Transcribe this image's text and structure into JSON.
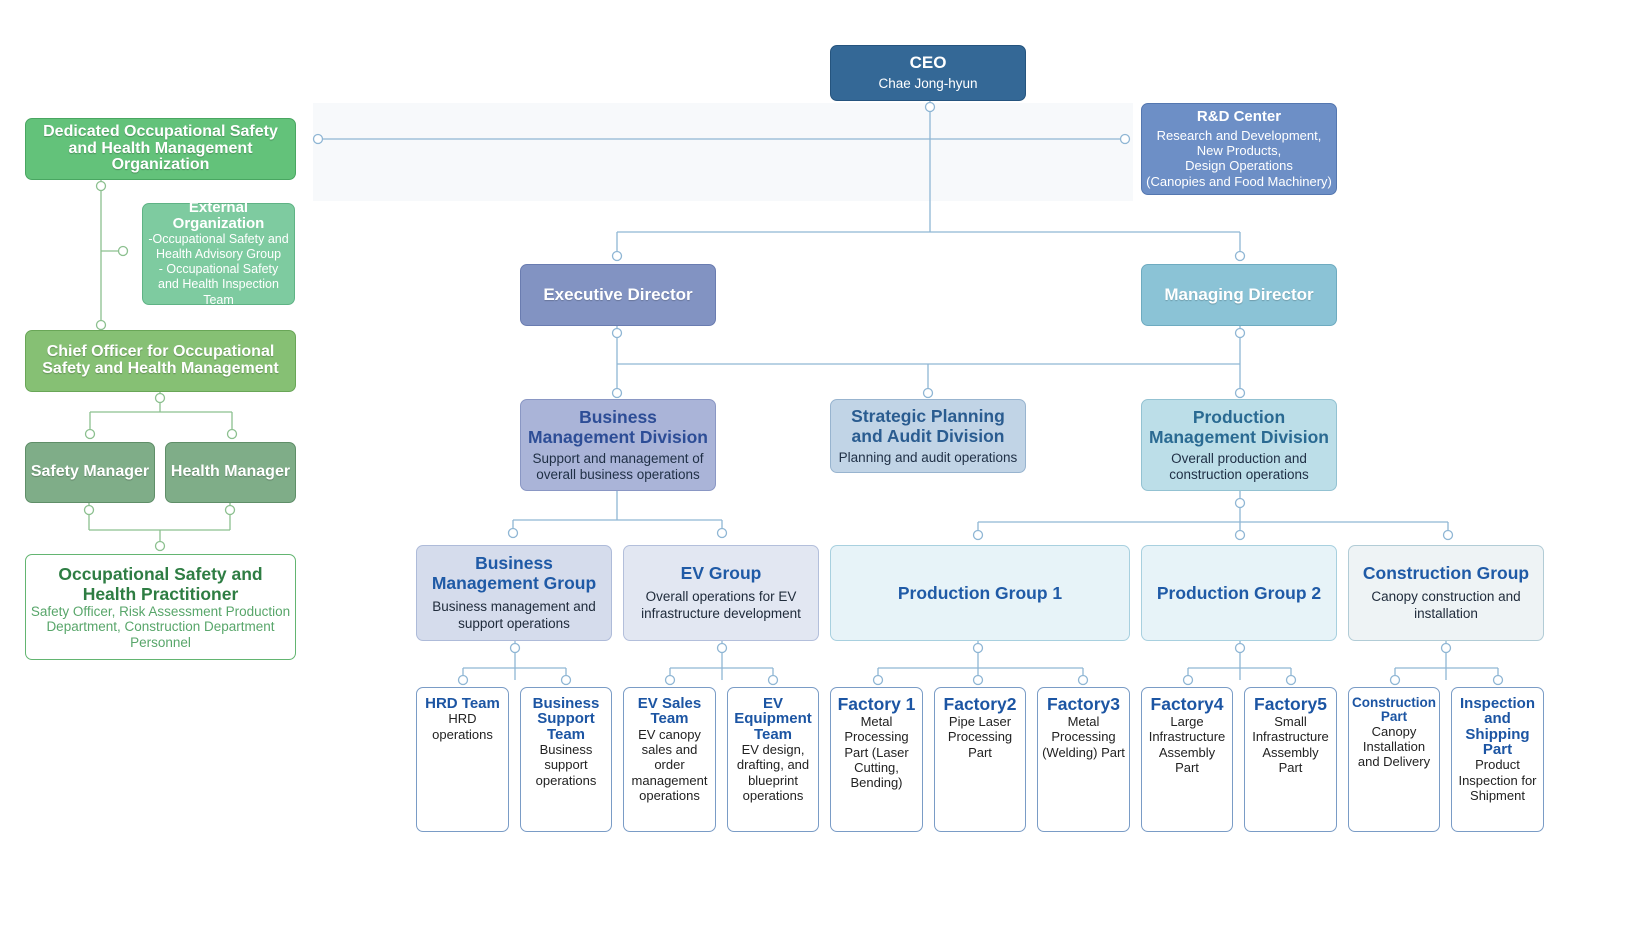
{
  "left": {
    "dedicated": "Dedicated Occupational Safety and Health Management Organization",
    "external": {
      "title": "External Organization",
      "lines": [
        "-Occupational Safety and Health Advisory Group",
        "- Occupational Safety and Health Inspection Team"
      ]
    },
    "chief": "Chief Officer for Occupational Safety and Health Management",
    "safety_manager": "Safety Manager",
    "health_manager": "Health Manager",
    "practitioner": {
      "title": "Occupational Safety and Health Practitioner",
      "desc": "Safety Officer, Risk Assessment Production Department, Construction Department Personnel"
    }
  },
  "top": {
    "ceo": {
      "title": "CEO",
      "name": "Chae Jong-hyun"
    },
    "rd": {
      "title": "R&D Center",
      "lines": [
        "Research and Development,",
        "New Products,",
        "Design Operations",
        "(Canopies and Food Machinery)"
      ]
    },
    "executive": "Executive Director",
    "managing": "Managing Director"
  },
  "divisions": {
    "business": {
      "title": "Business Management Division",
      "desc": "Support and management of overall business operations"
    },
    "strategic": {
      "title": "Strategic Planning and Audit Division",
      "desc": "Planning and audit operations"
    },
    "production": {
      "title": "Production Management Division",
      "desc": "Overall production and construction operations"
    }
  },
  "groups": {
    "business": {
      "title": "Business Management Group",
      "desc": "Business management and support operations"
    },
    "ev": {
      "title": "EV Group",
      "desc": "Overall operations for EV infrastructure development"
    },
    "prod1": {
      "title": "Production Group 1"
    },
    "prod2": {
      "title": "Production Group 2"
    },
    "construction": {
      "title": "Construction Group",
      "desc": "Canopy construction and installation"
    }
  },
  "teams": {
    "hrd": {
      "title": "HRD Team",
      "desc": "HRD operations"
    },
    "business_support": {
      "title": "Business Support Team",
      "desc": "Business support operations"
    },
    "ev_sales": {
      "title": "EV Sales Team",
      "desc": "EV canopy sales and order management operations"
    },
    "ev_equipment": {
      "title": "EV Equipment Team",
      "desc": "EV design, drafting, and blueprint operations"
    },
    "factory1": {
      "title": "Factory 1",
      "desc": "Metal Processing Part (Laser Cutting, Bending)"
    },
    "factory2": {
      "title": "Factory2",
      "desc": "Pipe Laser Processing Part"
    },
    "factory3": {
      "title": "Factory3",
      "desc": "Metal Processing (Welding) Part"
    },
    "factory4": {
      "title": "Factory4",
      "desc": "Large Infrastructure Assembly Part"
    },
    "factory5": {
      "title": "Factory5",
      "desc": "Small Infrastructure Assembly Part"
    },
    "construction_part": {
      "title": "Construction Part",
      "desc": "Canopy Installation and Delivery"
    },
    "inspection": {
      "title": "Inspection and Shipping Part",
      "desc": "Product Inspection for Shipment"
    }
  },
  "colors": {
    "line_blue": "#8fb6d4",
    "line_green": "#8cc08f"
  }
}
